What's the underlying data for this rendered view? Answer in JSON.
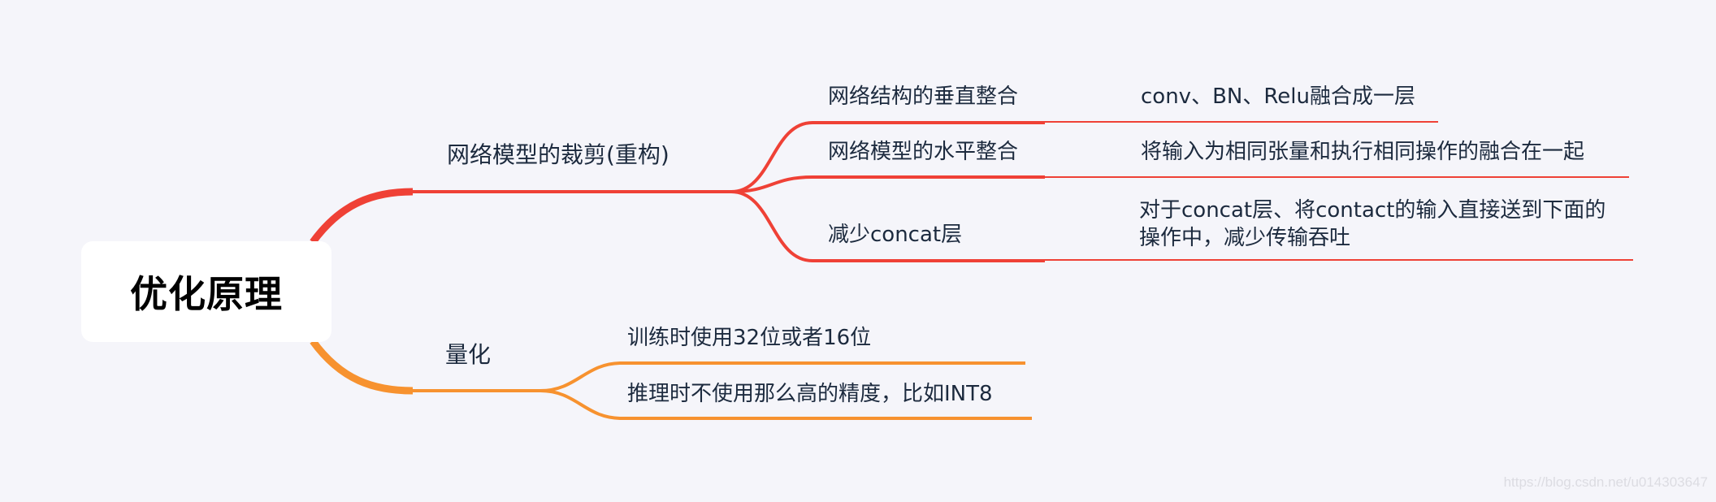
{
  "colors": {
    "background": "#f5f5fa",
    "branch_red": "#ef4136",
    "branch_orange": "#f7922f",
    "text": "#1c2a3e",
    "root_text": "#000000"
  },
  "root": {
    "label": "优化原理"
  },
  "branches": [
    {
      "label": "网络模型的裁剪(重构)",
      "color": "#ef4136",
      "children": [
        {
          "label": "网络结构的垂直整合",
          "detail": "conv、BN、Relu融合成一层"
        },
        {
          "label": "网络模型的水平整合",
          "detail": "将输入为相同张量和执行相同操作的融合在一起"
        },
        {
          "label": "减少concat层",
          "detail_lines": [
            "对于concat层、将contact的输入直接送到下面的",
            "操作中，减少传输吞吐"
          ]
        }
      ]
    },
    {
      "label": "量化",
      "color": "#f7922f",
      "children": [
        {
          "label": "训练时使用32位或者16位"
        },
        {
          "label": "推理时不使用那么高的精度，比如INT8"
        }
      ]
    }
  ],
  "watermark": "https://blog.csdn.net/u014303647"
}
